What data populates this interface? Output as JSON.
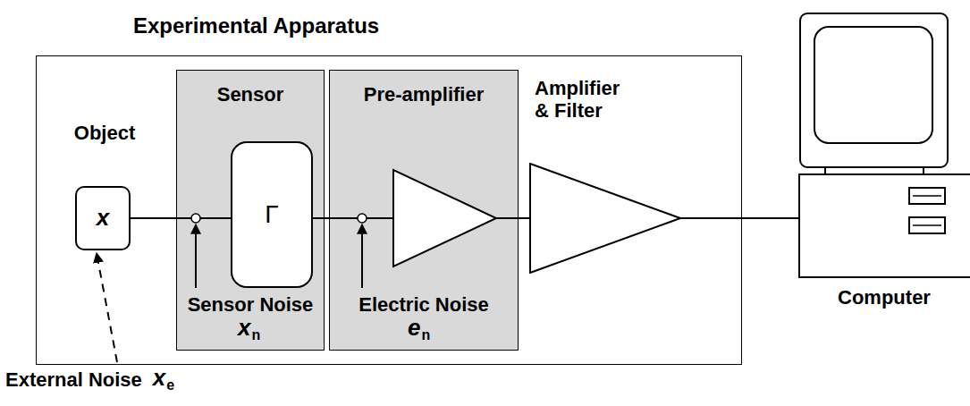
{
  "diagram": {
    "nodes": [
      {
        "text": [
          "Experimental Apparatus"
        ]
      },
      {
        "text": [
          "Object",
          "x"
        ],
        "in": 0
      },
      {
        "text": [
          "Sensor"
        ],
        "in": 0
      },
      {
        "text": [
          "Γ"
        ],
        "in": 2
      },
      {
        "text": [
          "Pre-amplifier"
        ],
        "in": 0
      },
      {
        "text": [
          "Amplifier & Filter"
        ],
        "in": 0
      },
      {
        "text": [
          "Computer"
        ]
      }
    ],
    "edges": [
      {
        "from": 1,
        "to": 3,
        "arrow": "none"
      },
      {
        "from": 3,
        "to": 4,
        "arrow": "none"
      },
      {
        "from": 4,
        "to": 5,
        "arrow": "none"
      },
      {
        "from": 5,
        "to": 6,
        "arrow": "none"
      }
    ],
    "labels": [
      "Sensor Noise",
      "x",
      "n",
      "Electric Noise",
      "e",
      "n",
      "External Noise",
      "x",
      "e"
    ]
  }
}
